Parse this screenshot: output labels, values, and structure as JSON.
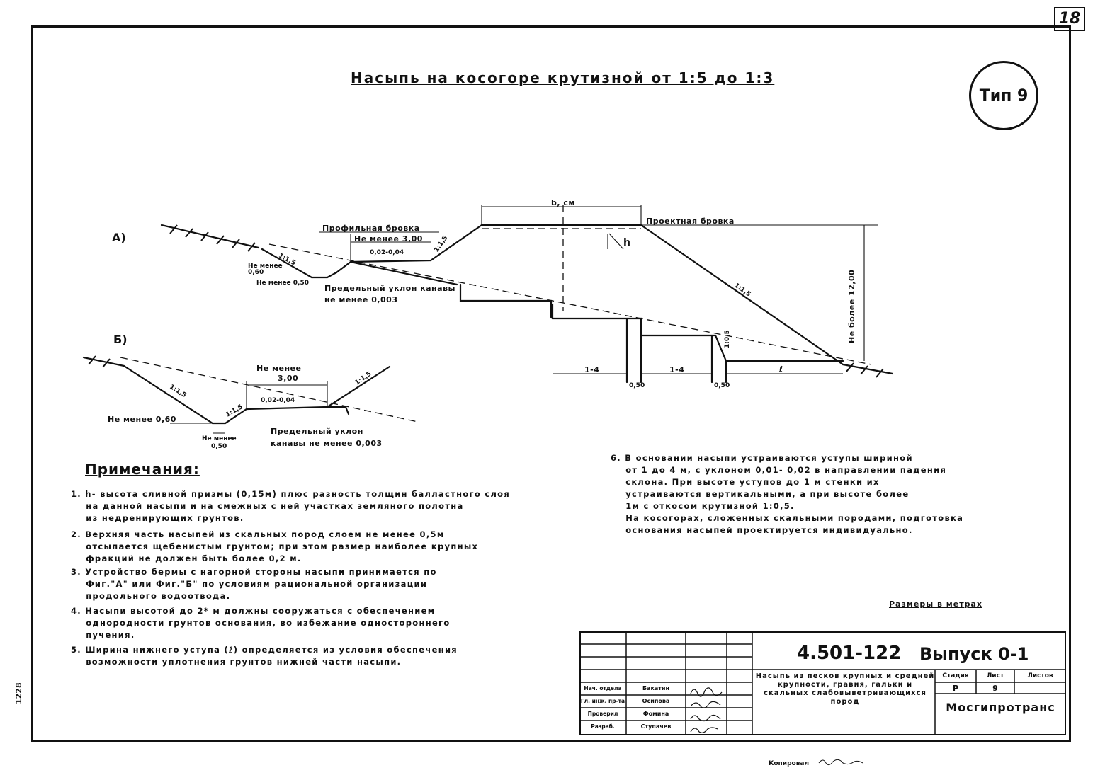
{
  "sheet_number": "18",
  "title": "Насыпь на косогоре крутизной от 1:5 до 1:3",
  "type_badge": "Тип 9",
  "fig_a": {
    "label": "А)",
    "profile_edge": "Профильная бровка",
    "design_edge": "Проектная бровка",
    "b_cm": "b, см",
    "min_3": "Не менее 3,00",
    "slope_range": "0,02-0,04",
    "slope_1_1_5": "1:1,5",
    "h": "h",
    "slope_1_5": "1:1,5",
    "height_max": "Не более 12,00",
    "min_0_6": "Не менее 0,60",
    "min_0_5": "Не менее 0,50",
    "ditch_slope": "Предельный уклон канавы не менее 0,003",
    "step_1": "1-4",
    "step_2": "1-4",
    "gap_1": "0,50",
    "gap_2": "0,50",
    "slope_1_05": "1:0,5",
    "l": "ℓ",
    "cut_slope": "1:1,5"
  },
  "fig_b": {
    "label": "Б)",
    "min_3_1": "Не менее",
    "min_3_2": "3,00",
    "slope_range": "0,02-0,04",
    "slope_left": "1:1,5",
    "slope_mid": "1:1,5",
    "slope_right": "1:1,5",
    "min_0_6": "Не менее 0,60",
    "bottom_1": "Не менее",
    "bottom_2": "0,50",
    "ditch_slope_1": "Предельный уклон",
    "ditch_slope_2": "канавы не менее 0,003"
  },
  "notes_heading": "Примечания:",
  "notes": [
    "1. h- высота сливной призмы (0,15м) плюс разность толщин балластного слоя\n    на данной насыпи и на смежных с ней участках земляного полотна\n    из недренирующих грунтов.",
    "2. Верхняя часть насыпей из скальных пород слоем не менее 0,5м\n    отсыпается щебенистым грунтом; при этом размер наиболее крупных\n    фракций не должен быть более 0,2 м.",
    "3. Устройство бермы с нагорной стороны насыпи принимается по\n    Фиг.\"А\" или Фиг.\"Б\" по условиям рациональной организации\n    продольного водоотвода.",
    "4. Насыпи высотой до 2* м должны сооружаться с обеспечением\n    однородности грунтов основания, во избежание одностороннего\n    пучения.",
    "5. Ширина нижнего уступа (ℓ) определяется из условия обеспечения\n    возможности уплотнения грунтов нижней части насыпи."
  ],
  "note6": "6. В основании насыпи устраиваются уступы шириной\n    от 1 до 4 м, с уклоном 0,01- 0,02 в направлении падения\n    склона. При высоте уступов до 1 м стенки их\n    устраиваются вертикальными, а при высоте более\n    1м с откосом крутизной 1:0,5.\n    На косогорах, сложенных скальными породами, подготовка\n    основания насыпей проектируется индивидуально.",
  "dims_note": "Размеры в метрах",
  "stamp": {
    "doc_number": "4.501-122",
    "issue": "Выпуск 0-1",
    "description": "Насыпь из песков крупных и средней крупности, гравия, гальки и скальных слабовыветривающихся пород",
    "stage_h": "Стадия",
    "sheet_h": "Лист",
    "sheets_h": "Листов",
    "stage": "Р",
    "sheet": "9",
    "sheets": "",
    "org": "Мосгипротранс",
    "roles": [
      "Нач. отдела",
      "Гл. инж. пр-та",
      "Проверил",
      "Разраб."
    ],
    "names": [
      "Бакатин",
      "Осипова",
      "Фомина",
      "Ступачев"
    ]
  },
  "side_number": "1228",
  "bottom_note": "Копировал"
}
